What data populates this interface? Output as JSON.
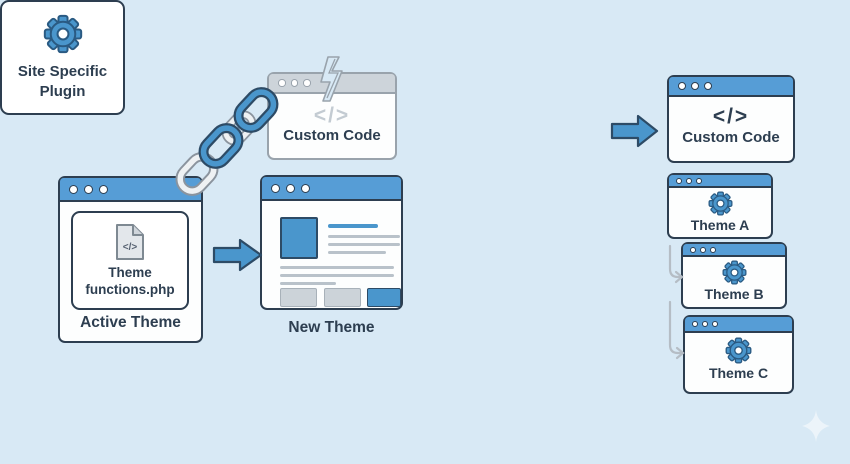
{
  "colors": {
    "background": "#d8e9f5",
    "titlebar_blue": "#569dd6",
    "accent_blue": "#4a96cc",
    "outline_navy": "#2d3e50",
    "gray_ui": "#cdd4da",
    "gray_outline": "#99a3ac",
    "text_dark": "#2d3e50"
  },
  "icons": {
    "code_glyph": "</>"
  },
  "left_flow": {
    "active_theme": {
      "title": "Active Theme",
      "file_name_line1": "Theme",
      "file_name_line2": "functions.php"
    },
    "broken_custom_code": {
      "label": "Custom Code"
    },
    "new_theme": {
      "title": "New Theme"
    }
  },
  "right_flow": {
    "site_specific_plugin": {
      "label_line1": "Site Specific",
      "label_line2": "Plugin"
    },
    "custom_code": {
      "label": "Custom Code"
    },
    "themes": [
      {
        "label": "Theme A"
      },
      {
        "label": "Theme B"
      },
      {
        "label": "Theme C"
      }
    ]
  }
}
